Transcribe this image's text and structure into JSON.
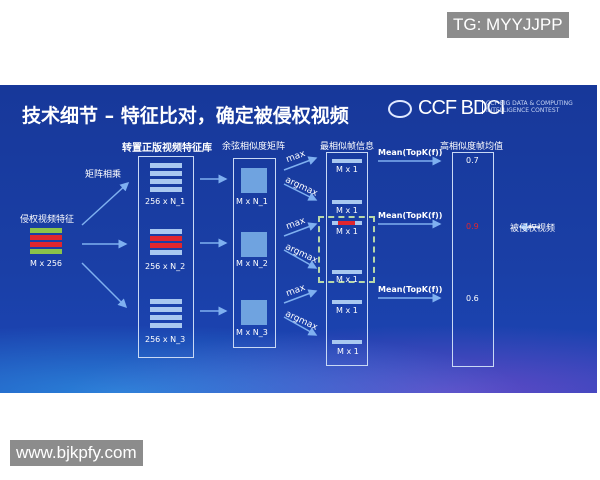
{
  "watermarks": {
    "top": "TG: MYYJJPP",
    "bottom": "www.bjkpfy.com"
  },
  "slide": {
    "title": "技术细节 – 特征比对，确定被侵权视频",
    "logo": {
      "brand": "CCF BDCI",
      "line1": "CCF BIG DATA & COMPUTING",
      "line2": "INTELLIGENCE CONTEST"
    },
    "input": {
      "label": "侵权视频特征",
      "dim": "M x 256"
    },
    "matmul_label": "矩阵相乘",
    "library": {
      "title": "转置正版视频特征库",
      "items": [
        "256 x N_1",
        "256 x N_2",
        "256 x N_3"
      ]
    },
    "cosine": {
      "title": "余弦相似度矩阵",
      "items": [
        "M x N_1",
        "M x N_2",
        "M x N_3"
      ]
    },
    "ops": {
      "max": "max",
      "argmax": "argmax"
    },
    "frames": {
      "title": "最相似帧信息",
      "items": [
        "M x 1",
        "M x 1",
        "M x 1",
        "M x 1",
        "M x 1",
        "M x 1"
      ]
    },
    "mean_label": "Mean(TopK(f))",
    "scores": {
      "title": "高相似度帧均值",
      "values": [
        "0.7",
        "0.9",
        "0.6"
      ]
    },
    "infringed_label": "被侵权视频",
    "colors": {
      "bg": "#17389a",
      "green": "#8bc34a",
      "red": "#e0262e",
      "bar": "#a9c8f0",
      "highlight": "#e0262e"
    }
  }
}
